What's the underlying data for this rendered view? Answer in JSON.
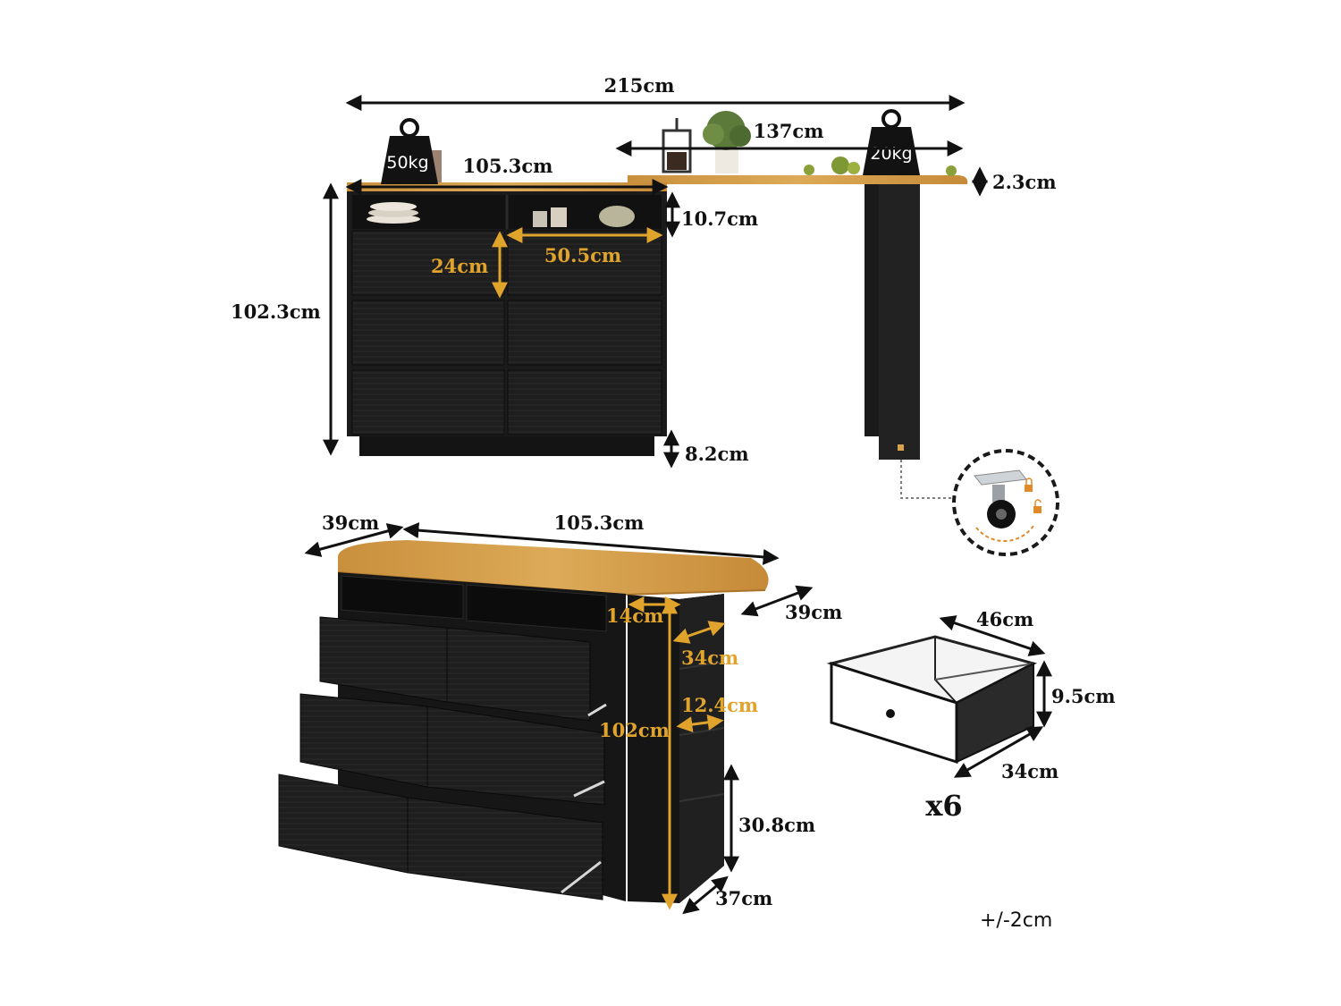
{
  "top_view": {
    "total_width": "215cm",
    "extension_width": "137cm",
    "cabinet_width": "105.3cm",
    "top_thickness": "2.3cm",
    "open_shelf_height": "10.7cm",
    "drawer_height": "24cm",
    "drawer_width": "50.5cm",
    "total_height": "102.3cm",
    "base_height": "8.2cm",
    "load_left": "50kg",
    "load_right": "20kg"
  },
  "perspective_view": {
    "depth": "39cm",
    "width": "105.3cm",
    "side_depth": "39cm",
    "side_shelf_width": "14cm",
    "side_shelf_depth": "34cm",
    "side_shelf_spacing": "12.4cm",
    "side_height": "102cm",
    "lower_shelf_height": "30.8cm",
    "side_base_depth": "37cm"
  },
  "drawer_detail": {
    "width": "46cm",
    "height": "9.5cm",
    "depth": "34cm",
    "quantity": "x6"
  },
  "tolerance": "+/-2cm",
  "colors": {
    "cabinet": "#1c1c1c",
    "wood": "#d9a24a",
    "gold_dim": "#e0a42c",
    "caster_ring": "#e08a2a"
  }
}
